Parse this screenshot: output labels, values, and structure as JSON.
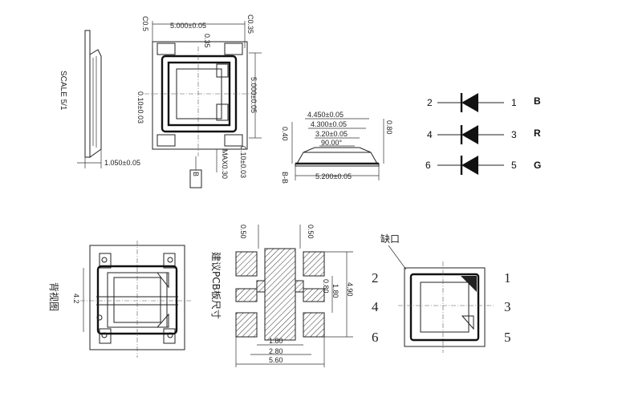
{
  "side_view": {
    "scale": "SCALE 5/1",
    "thickness": "1.050±0.05"
  },
  "top_view": {
    "width": "5.000±0.05",
    "height": "5.000±0.05",
    "chamfer_left": "C0.5",
    "chamfer_right": "C0.35",
    "chamfer_inner": "0.35",
    "pad_left": "0.10±0.03",
    "pad_right": "0.10±0.03",
    "max_height": "MAX0.30",
    "section_label": "B"
  },
  "profile_view": {
    "dim1": "4.450±0.05",
    "dim2": "4.300±0.05",
    "dim3": "3.20±0.05",
    "angle": "90.00°",
    "dim_bottom": "5.200±0.05",
    "height_left": "0.40",
    "height_right": "0.80",
    "label": "B-B"
  },
  "schematic": {
    "rows": [
      {
        "left_pin": "2",
        "right_pin": "1",
        "color": "B"
      },
      {
        "left_pin": "4",
        "right_pin": "3",
        "color": "R"
      },
      {
        "left_pin": "6",
        "right_pin": "5",
        "color": "G"
      }
    ]
  },
  "bottom_view": {
    "label": "背视图",
    "dim": "4.2"
  },
  "pcb_layout": {
    "label": "建议PCB板尺寸",
    "top_left": "0.50",
    "top_right": "0.50",
    "height_total": "4.90",
    "inner_height": "1.80",
    "inner_gap": "0.80",
    "w1": "1.80",
    "w2": "2.80",
    "w3": "5.60"
  },
  "front_view": {
    "notch_label": "缺口",
    "pins_left": [
      "2",
      "4",
      "6"
    ],
    "pins_right": [
      "1",
      "3",
      "5"
    ]
  }
}
